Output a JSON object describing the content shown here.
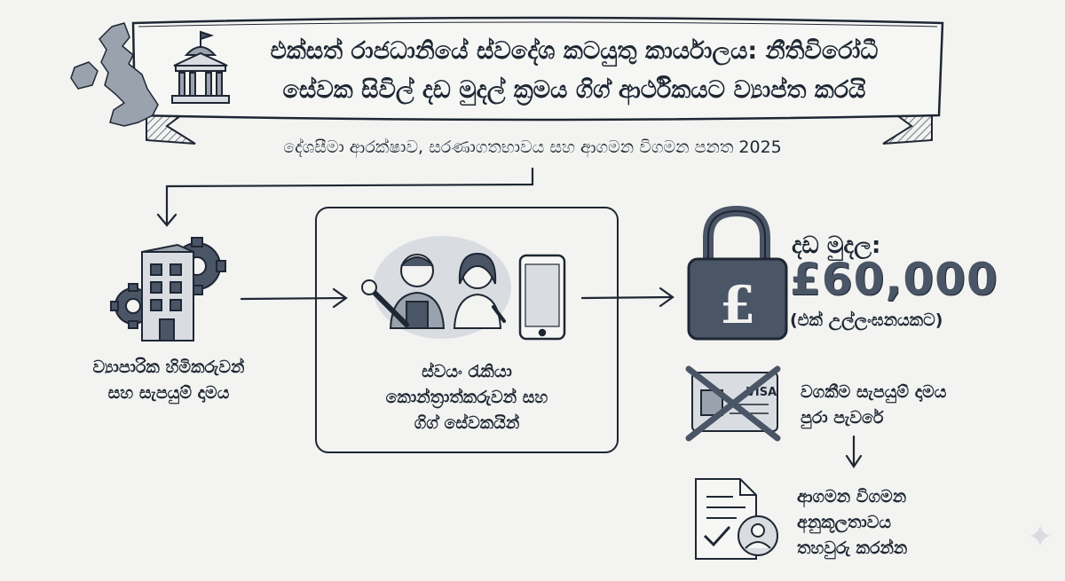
{
  "banner": {
    "title_line1": "එක්සත් රාජධානියේ ස්වදේශ කටයුතු කාර්යාලය: නීතිවිරෝධී",
    "title_line2": "සේවක සිවිල් දඩ මුදල් ක්‍රමය ගිග් ආර්ථිකයට ව්‍යාප්ත කරයි",
    "subtitle": "දේශසීමා ආරක්ෂාව, සරණාගතභාවය සහ ආගමන විගමන පනත 2025"
  },
  "business": {
    "line1": "ව්‍යාපාරික හිමිකරුවන්",
    "line2": "සහ සැපයුම් දාමය"
  },
  "workers": {
    "line1": "ස්වයං රැකියා",
    "line2": "කොන්ත්‍රාත්කරුවන් සහ",
    "line3": "ගිග් සේවකයින්"
  },
  "fine": {
    "label": "දඩ මුදල:",
    "amount": "£60,000",
    "note": "(එක් උල්ලංඝනයකට)"
  },
  "visa": {
    "card_text": "VISA",
    "line1": "වගකීම සැපයුම් දාමය",
    "line2": "පුරා පැවරේ"
  },
  "compliance": {
    "line1": "ආගමන විගමන",
    "line2": "අනුකූලතාවය",
    "line3": "තහවුරු කරන්න"
  },
  "colors": {
    "ink": "#1e2733",
    "slate": "#4a5566",
    "shade": "#9aa2ad",
    "light": "#d9dde2",
    "paper": "#f3f3f1"
  },
  "icons": {
    "uk_map": "uk-map-icon",
    "government": "government-building-icon",
    "business": "office-building-gears-icon",
    "workers": "gig-workers-icon",
    "phone": "smartphone-icon",
    "lock": "padlock-pound-icon",
    "visa": "crossed-visa-card-icon",
    "compliance": "document-checkmark-user-icon"
  }
}
